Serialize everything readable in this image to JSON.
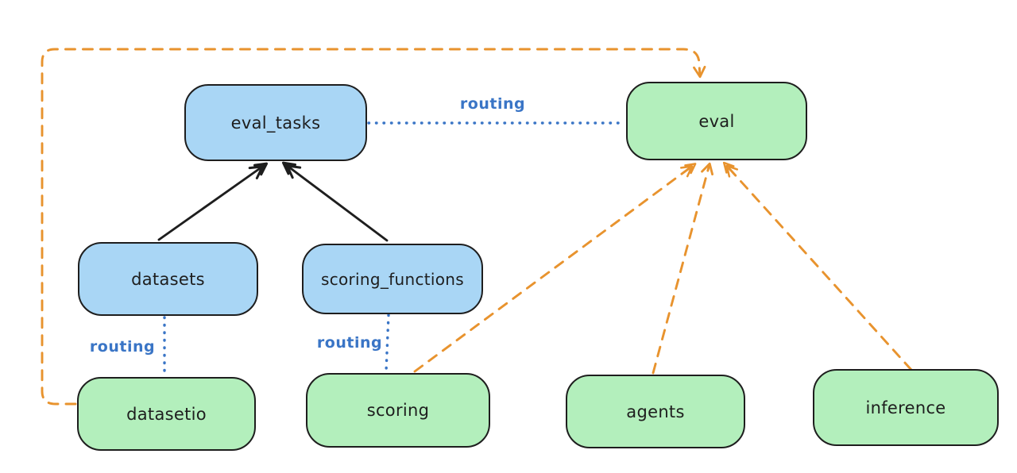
{
  "diagram": {
    "colors": {
      "background": "#ffffff",
      "node_blue_fill": "#a9d6f5",
      "node_green_fill": "#b3efbc",
      "node_stroke": "#1e1e1e",
      "routing_blue": "#3a75c6",
      "dashed_orange": "#e8932e",
      "solid_arrow_black": "#1e1e1e"
    },
    "nodes": [
      {
        "id": "eval_tasks",
        "label": "eval_tasks",
        "fill": "blue"
      },
      {
        "id": "eval",
        "label": "eval",
        "fill": "green"
      },
      {
        "id": "datasets",
        "label": "datasets",
        "fill": "blue"
      },
      {
        "id": "scoring_functions",
        "label": "scoring_functions",
        "fill": "blue"
      },
      {
        "id": "datasetio",
        "label": "datasetio",
        "fill": "green"
      },
      {
        "id": "scoring",
        "label": "scoring",
        "fill": "green"
      },
      {
        "id": "agents",
        "label": "agents",
        "fill": "green"
      },
      {
        "id": "inference",
        "label": "inference",
        "fill": "green"
      }
    ],
    "edge_labels": [
      {
        "id": "routing-eval-tasks-eval",
        "text": "routing"
      },
      {
        "id": "routing-datasets-datasetio",
        "text": "routing"
      },
      {
        "id": "routing-scoring-functions-scoring",
        "text": "routing"
      }
    ],
    "edges": [
      {
        "from": "datasets",
        "to": "eval_tasks",
        "style": "solid",
        "color": "black",
        "arrow": true
      },
      {
        "from": "scoring_functions",
        "to": "eval_tasks",
        "style": "solid",
        "color": "black",
        "arrow": true
      },
      {
        "from": "eval_tasks",
        "to": "eval",
        "style": "dotted",
        "color": "blue",
        "label": "routing"
      },
      {
        "from": "datasets",
        "to": "datasetio",
        "style": "dotted",
        "color": "blue",
        "label": "routing"
      },
      {
        "from": "scoring_functions",
        "to": "scoring",
        "style": "dotted",
        "color": "blue",
        "label": "routing"
      },
      {
        "from": "datasetio",
        "to": "eval",
        "style": "dashed",
        "color": "orange",
        "arrow": true
      },
      {
        "from": "scoring",
        "to": "eval",
        "style": "dashed",
        "color": "orange",
        "arrow": true
      },
      {
        "from": "agents",
        "to": "eval",
        "style": "dashed",
        "color": "orange",
        "arrow": true
      },
      {
        "from": "inference",
        "to": "eval",
        "style": "dashed",
        "color": "orange",
        "arrow": true
      }
    ]
  }
}
